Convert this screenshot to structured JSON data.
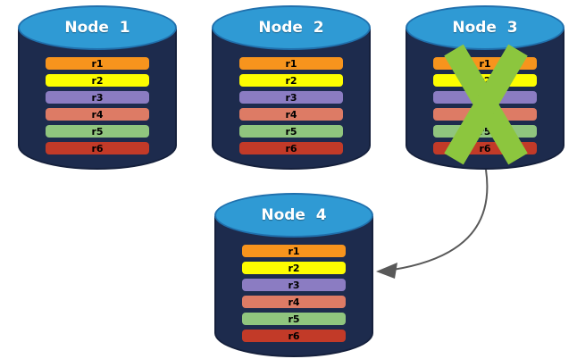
{
  "colors": {
    "canvas_bg": "#ffffff",
    "cylinder_body": "#1d2b4d",
    "cylinder_body_border": "#15203c",
    "cylinder_top": "#2f9ad4",
    "cylinder_top_border": "#2070ad",
    "node_title_text": "#ffffff",
    "record_text": "#000000",
    "x_mark": "#8cc63e",
    "arrow": "#595959"
  },
  "records": [
    {
      "label": "r1",
      "color": "#f7941d"
    },
    {
      "label": "r2",
      "color": "#fdfd00"
    },
    {
      "label": "r3",
      "color": "#8b7cc2"
    },
    {
      "label": "r4",
      "color": "#dd7b65"
    },
    {
      "label": "r5",
      "color": "#90c57e"
    },
    {
      "label": "r6",
      "color": "#c23a28"
    }
  ],
  "nodes": [
    {
      "title": "Node  1",
      "status": "active"
    },
    {
      "title": "Node  2",
      "status": "active"
    },
    {
      "title": "Node  3",
      "status": "failed"
    },
    {
      "title": "Node  4",
      "status": "active"
    }
  ]
}
